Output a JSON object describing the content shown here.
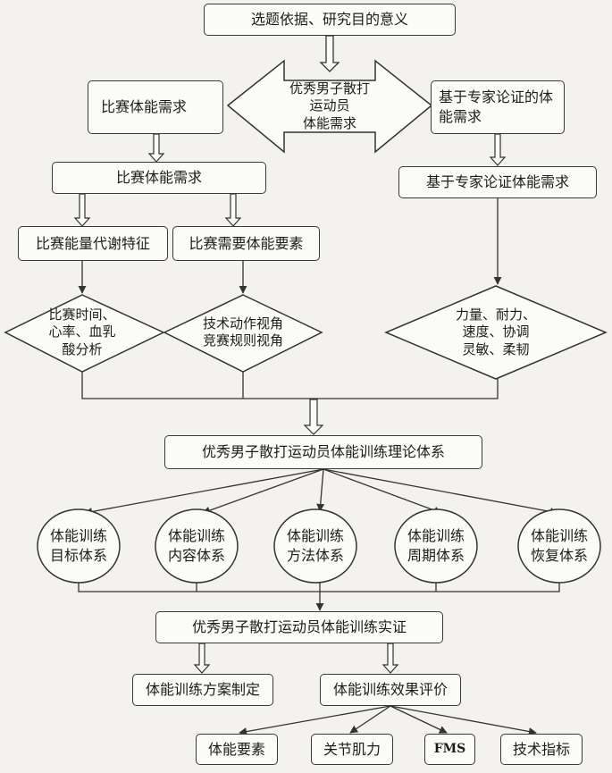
{
  "top": {
    "title": "选题依据、研究目的意义"
  },
  "needs": {
    "center": "优秀男子散打运动员\n体能需求",
    "left_top": "比赛体能需求",
    "left_second": "比赛体能需求",
    "right_top": "基于专家论证的体能需求",
    "right_second": "基于专家论证体能需求"
  },
  "competition": {
    "metabolism": "比赛能量代谢特征",
    "elements": "比赛需要体能要素"
  },
  "analysis": {
    "left": "比赛时间、\n心率、血乳\n酸分析",
    "middle": "技术动作视角\n竞赛规则视角",
    "right": "力量、耐力、\n速度、协调\n灵敏、柔韧"
  },
  "theory": {
    "title": "优秀男子散打运动员体能训练理论体系",
    "systems": [
      "体能训练\n目标体系",
      "体能训练\n内容体系",
      "体能训练\n方法体系",
      "体能训练\n周期体系",
      "体能训练\n恢复体系"
    ]
  },
  "empirical": {
    "title": "优秀男子散打运动员体能训练实证",
    "plan": "体能训练方案制定",
    "evaluation": "体能训练效果评价",
    "indicators": [
      "体能要素",
      "关节肌力",
      "FMS",
      "技术指标"
    ]
  }
}
